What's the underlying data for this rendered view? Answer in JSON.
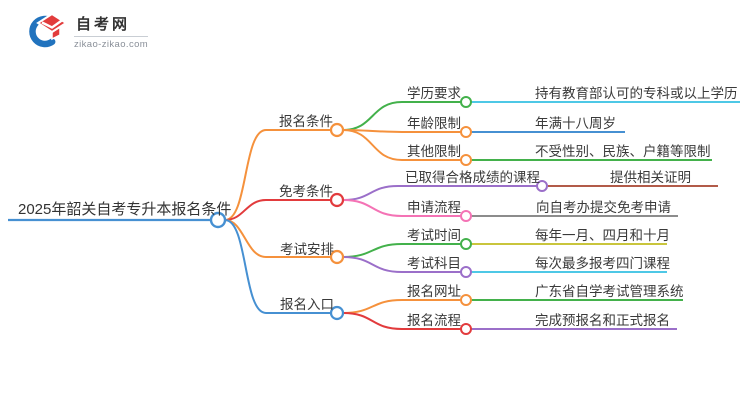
{
  "logo": {
    "title": "自考网",
    "domain": "zikao-zikao.com"
  },
  "root": {
    "label": "2025年韶关自考专升本报名条件"
  },
  "palette": {
    "orange": "#F5913C",
    "red": "#E23B3D",
    "blue": "#4690D2",
    "green": "#43B14B",
    "cyan": "#4EC8E6",
    "purple": "#9B6FC9",
    "pink": "#F473B5",
    "olive": "#C9C53C",
    "brown": "#B25B49",
    "gray": "#8C8C8C",
    "text": "#3A3A3A",
    "logo_blue": "#2173BE",
    "logo_red": "#E23C3C"
  },
  "branches": [
    {
      "label": "报名条件",
      "color": "#F5913C",
      "children": [
        {
          "label": "学历要求",
          "line_color": "#43B14B",
          "leaf": "持有教育部认可的专科或以上学历",
          "leaf_color": "#4EC8E6"
        },
        {
          "label": "年龄限制",
          "line_color": "#F5913C",
          "leaf": "年满十八周岁",
          "leaf_color": "#4690D2"
        },
        {
          "label": "其他限制",
          "line_color": "#F5913C",
          "leaf": "不受性别、民族、户籍等限制",
          "leaf_color": "#43B14B"
        }
      ]
    },
    {
      "label": "免考条件",
      "color": "#E23B3D",
      "children": [
        {
          "label": "已取得合格成绩的课程",
          "line_color": "#9B6FC9",
          "leaf": "提供相关证明",
          "leaf_color": "#B25B49"
        },
        {
          "label": "申请流程",
          "line_color": "#F473B5",
          "leaf": "向自考办提交免考申请",
          "leaf_color": "#8C8C8C"
        }
      ]
    },
    {
      "label": "考试安排",
      "color": "#F5913C",
      "children": [
        {
          "label": "考试时间",
          "line_color": "#43B14B",
          "leaf": "每年一月、四月和十月",
          "leaf_color": "#C9C53C"
        },
        {
          "label": "考试科目",
          "line_color": "#9B6FC9",
          "leaf": "每次最多报考四门课程",
          "leaf_color": "#4EC8E6"
        }
      ]
    },
    {
      "label": "报名入口",
      "color": "#4690D2",
      "children": [
        {
          "label": "报名网址",
          "line_color": "#F5913C",
          "leaf": "广东省自学考试管理系统",
          "leaf_color": "#43B14B"
        },
        {
          "label": "报名流程",
          "line_color": "#E23B3D",
          "leaf": "完成预报名和正式报名",
          "leaf_color": "#9B6FC9"
        }
      ]
    }
  ]
}
